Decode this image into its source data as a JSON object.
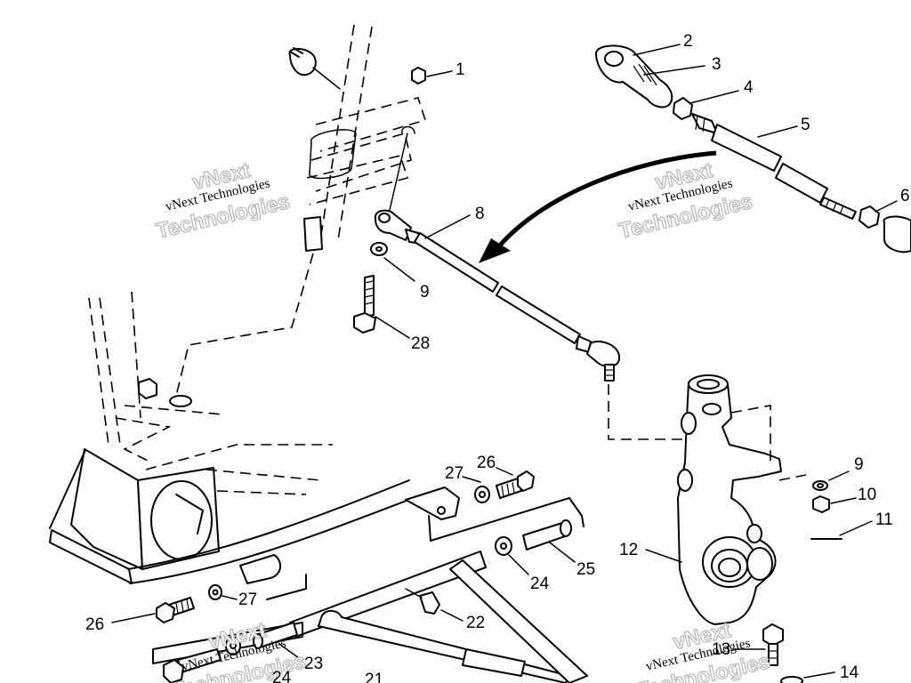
{
  "watermarks": [
    {
      "line1": "vNext",
      "line2": "vNext Technologies",
      "line3": "Technologies"
    },
    {
      "line1": "vNext",
      "line2": "vNext Technologies",
      "line3": "Technologies"
    },
    {
      "line1": "vNext",
      "line2": "vNext Technologies",
      "line3": "Technologies"
    },
    {
      "line1": "vNext",
      "line2": "vNext Technologies",
      "line3": "Technologies"
    }
  ],
  "callouts": [
    {
      "id": "c1",
      "label": "1"
    },
    {
      "id": "c2",
      "label": "2"
    },
    {
      "id": "c3",
      "label": "3"
    },
    {
      "id": "c4",
      "label": "4"
    },
    {
      "id": "c5",
      "label": "5"
    },
    {
      "id": "c6",
      "label": "6"
    },
    {
      "id": "c8",
      "label": "8"
    },
    {
      "id": "c9a",
      "label": "9"
    },
    {
      "id": "c28",
      "label": "28"
    },
    {
      "id": "c27a",
      "label": "27"
    },
    {
      "id": "c26a",
      "label": "26"
    },
    {
      "id": "c9b",
      "label": "9"
    },
    {
      "id": "c10",
      "label": "10"
    },
    {
      "id": "c11",
      "label": "11"
    },
    {
      "id": "c12",
      "label": "12"
    },
    {
      "id": "c25",
      "label": "25"
    },
    {
      "id": "c24a",
      "label": "24"
    },
    {
      "id": "c27b",
      "label": "27"
    },
    {
      "id": "c26b",
      "label": "26"
    },
    {
      "id": "c22",
      "label": "22"
    },
    {
      "id": "c23",
      "label": "23"
    },
    {
      "id": "c24b",
      "label": "24"
    },
    {
      "id": "c21",
      "label": "21"
    },
    {
      "id": "c13",
      "label": "13"
    },
    {
      "id": "c14",
      "label": "14"
    }
  ]
}
